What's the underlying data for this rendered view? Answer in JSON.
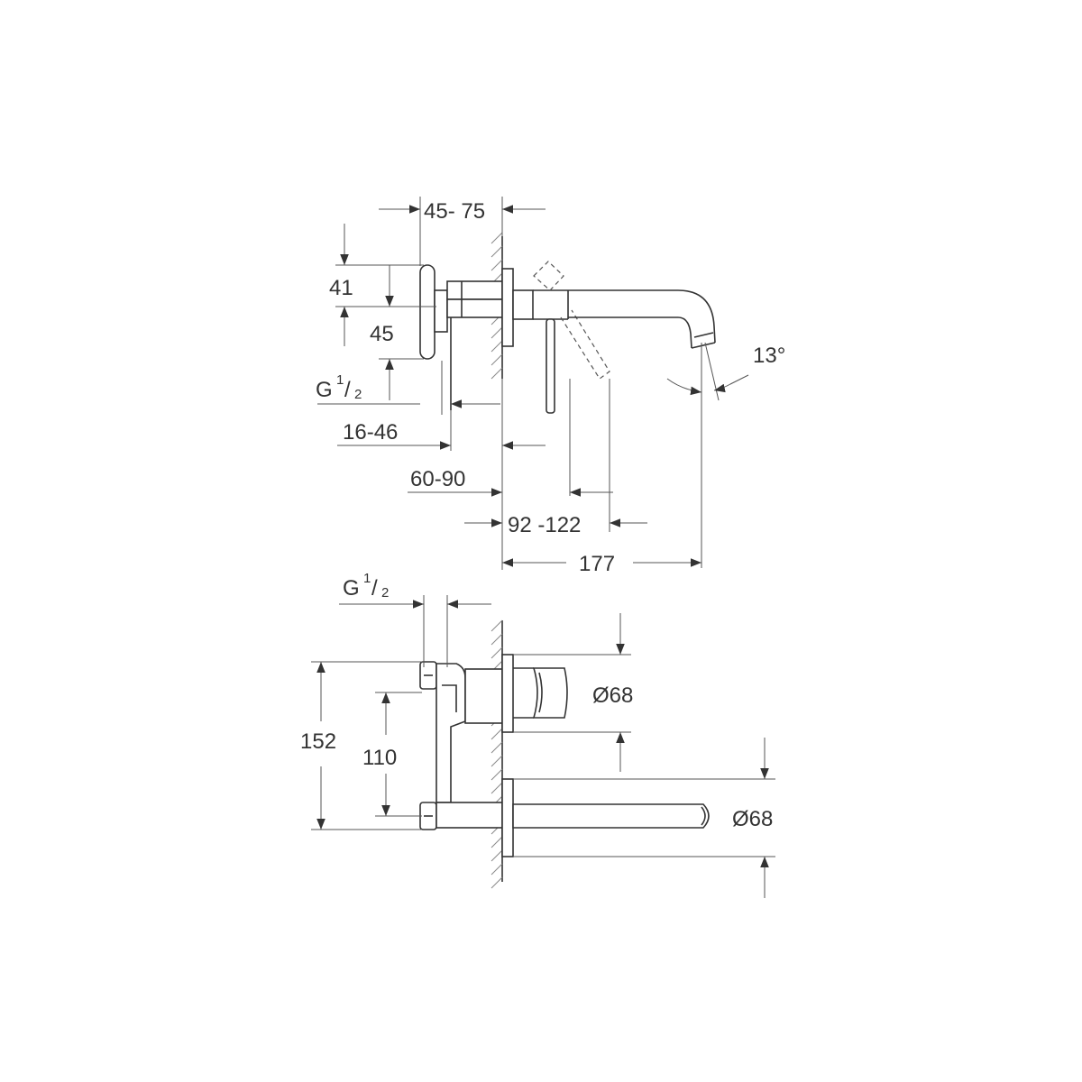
{
  "side_view": {
    "dim_projection": "45- 75",
    "dim_height_top": "41",
    "dim_height_mid": "45",
    "thread_letter": "G",
    "thread_numerator": "1",
    "thread_denominator": "2",
    "dim_rosette_depth": "16-46",
    "dim_wall_depth": "60-90",
    "dim_lever_reach": "92 -122",
    "dim_spout_reach": "177",
    "angle": "13°"
  },
  "front_view": {
    "thread_letter": "G",
    "thread_numerator": "1",
    "thread_denominator": "2",
    "dim_total_height": "152",
    "dim_center_distance": "110",
    "dim_lever_rosette": "Ø68",
    "dim_spout_rosette": "Ø68"
  }
}
